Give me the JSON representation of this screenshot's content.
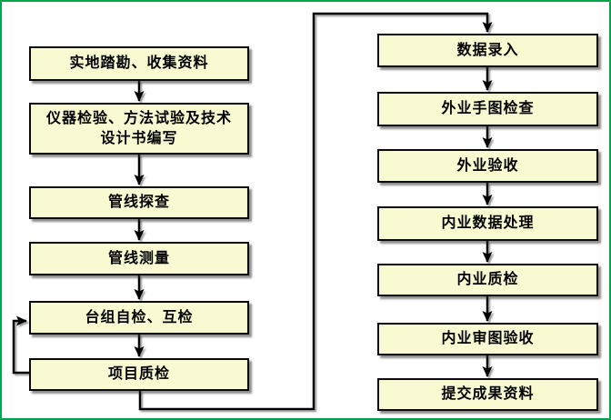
{
  "colors": {
    "frame_green": "#00A44C",
    "box_fill": "#FAFAD2",
    "box_border": "#0a0a0a",
    "connector": "#000000",
    "background": "#FFFFFF"
  },
  "flowchart": {
    "left_column": [
      {
        "label": "实地踏勘、收集资料"
      },
      {
        "label": "仪器检验、方法试验及技术\n设计书编写"
      },
      {
        "label": "管线探查"
      },
      {
        "label": "管线测量"
      },
      {
        "label": "台组自检、互检"
      },
      {
        "label": "项目质检"
      }
    ],
    "right_column": [
      {
        "label": "数据录入"
      },
      {
        "label": "外业手图检查"
      },
      {
        "label": "外业验收"
      },
      {
        "label": "内业数据处理"
      },
      {
        "label": "内业质检"
      },
      {
        "label": "内业审图验收"
      },
      {
        "label": "提交成果资料"
      }
    ],
    "connections": [
      {
        "from": "实地踏勘、收集资料",
        "to": "仪器检验、方法试验及技术设计书编写",
        "type": "down-arrow"
      },
      {
        "from": "仪器检验、方法试验及技术设计书编写",
        "to": "管线探查",
        "type": "down-arrow"
      },
      {
        "from": "管线探查",
        "to": "管线测量",
        "type": "down-arrow"
      },
      {
        "from": "管线测量",
        "to": "台组自检、互检",
        "type": "down-arrow"
      },
      {
        "from": "台组自检、互检",
        "to": "项目质检",
        "type": "down-arrow"
      },
      {
        "from": "项目质检",
        "to": "台组自检、互检",
        "type": "feedback-loop-left"
      },
      {
        "from": "项目质检",
        "to": "数据录入",
        "type": "elbow-over-top"
      },
      {
        "from": "数据录入",
        "to": "外业手图检查",
        "type": "down-arrow"
      },
      {
        "from": "外业手图检查",
        "to": "外业验收",
        "type": "down-arrow"
      },
      {
        "from": "外业验收",
        "to": "内业数据处理",
        "type": "down-arrow"
      },
      {
        "from": "内业数据处理",
        "to": "内业质检",
        "type": "down-arrow"
      },
      {
        "from": "内业质检",
        "to": "内业审图验收",
        "type": "down-arrow"
      },
      {
        "from": "内业审图验收",
        "to": "提交成果资料",
        "type": "down-arrow"
      }
    ]
  }
}
